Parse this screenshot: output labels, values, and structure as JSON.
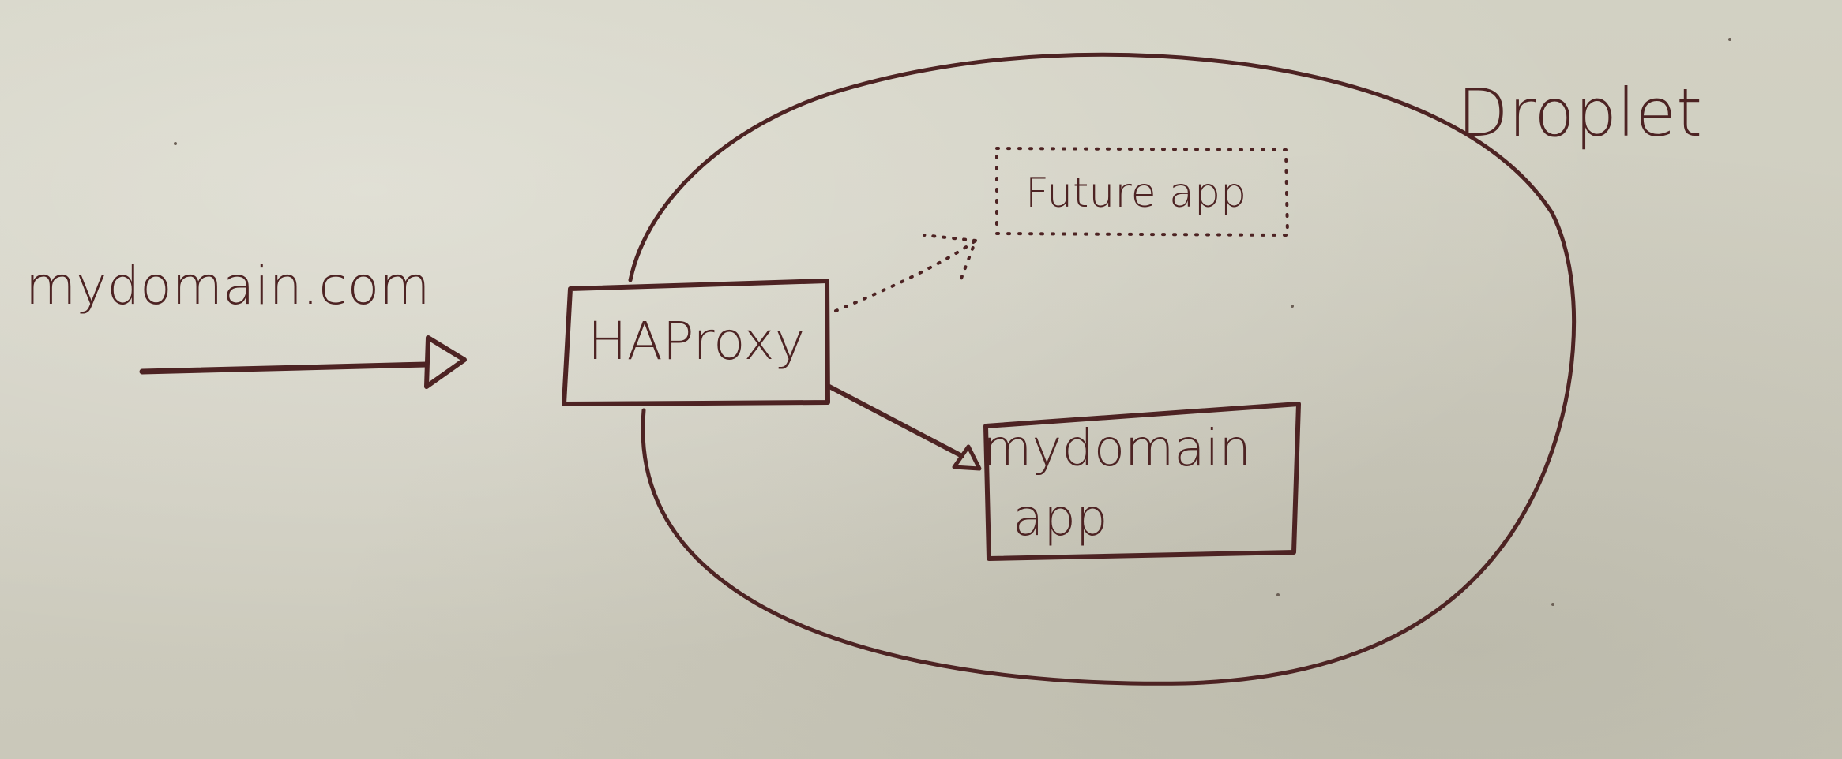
{
  "diagram": {
    "source_label": "mydomain.com",
    "container_label": "Droplet",
    "proxy_label": "HAProxy",
    "app_label_line1": "mydomain",
    "app_label_line2": "app",
    "future_label": "Future app"
  },
  "colors": {
    "paper": "#cfcdbf",
    "ink": "#4d2323"
  }
}
